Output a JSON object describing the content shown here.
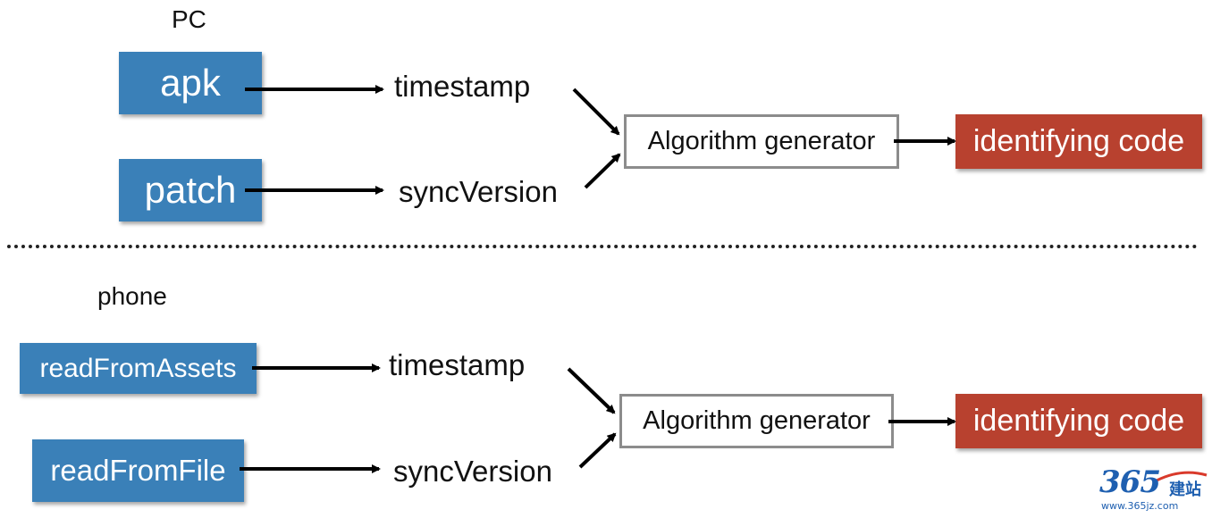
{
  "pc": {
    "section_label": "PC",
    "source_top": "apk",
    "source_bottom": "patch",
    "output_top": "timestamp",
    "output_bottom": "syncVersion",
    "generator": "Algorithm generator",
    "result": "identifying code"
  },
  "phone": {
    "section_label": "phone",
    "source_top": "readFromAssets",
    "source_bottom": "readFromFile",
    "output_top": "timestamp",
    "output_bottom": "syncVersion",
    "generator": "Algorithm generator",
    "result": "identifying code"
  },
  "watermark": {
    "number": "365",
    "chinese": "建站",
    "url": "www.365jz.com"
  },
  "colors": {
    "source_box": "#3a80b8",
    "result_box": "#b8412f",
    "generator_border": "#8c8c8c",
    "arrow": "#000000",
    "watermark": "#1e5fb0"
  }
}
